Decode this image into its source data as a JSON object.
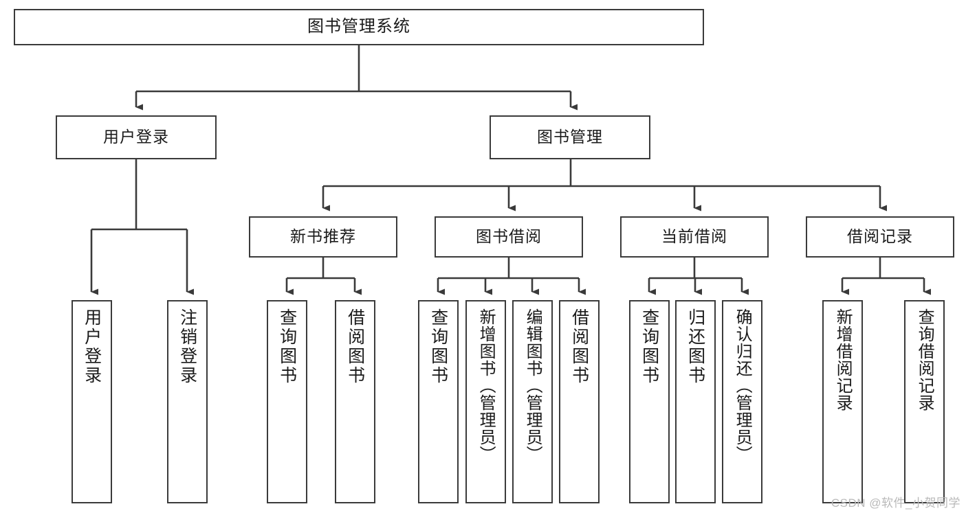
{
  "diagram": {
    "title": "图书管理系统",
    "watermark": "CSDN @软件_小贺同学",
    "stroke_color": "#3a3a3a",
    "text_color": "#1a1a1a",
    "background_color": "#ffffff",
    "root": {
      "label": "图书管理系统"
    },
    "level2": [
      {
        "label": "用户登录"
      },
      {
        "label": "图书管理"
      }
    ],
    "level3": [
      {
        "label": "新书推荐"
      },
      {
        "label": "图书借阅"
      },
      {
        "label": "当前借阅"
      },
      {
        "label": "借阅记录"
      }
    ],
    "leaves": {
      "user_login": [
        {
          "label": "用户登录"
        },
        {
          "label": "注销登录"
        }
      ],
      "new_book_recommend": [
        {
          "label": "查询图书"
        },
        {
          "label": "借阅图书"
        }
      ],
      "book_borrow": [
        {
          "label": "查询图书"
        },
        {
          "label": "新增图书（管理员）"
        },
        {
          "label": "编辑图书（管理员）"
        },
        {
          "label": "借阅图书"
        }
      ],
      "current_borrow": [
        {
          "label": "查询图书"
        },
        {
          "label": "归还图书"
        },
        {
          "label": "确认归还（管理员）"
        }
      ],
      "borrow_record": [
        {
          "label": "新增借阅记录"
        },
        {
          "label": "查询借阅记录"
        }
      ]
    }
  }
}
